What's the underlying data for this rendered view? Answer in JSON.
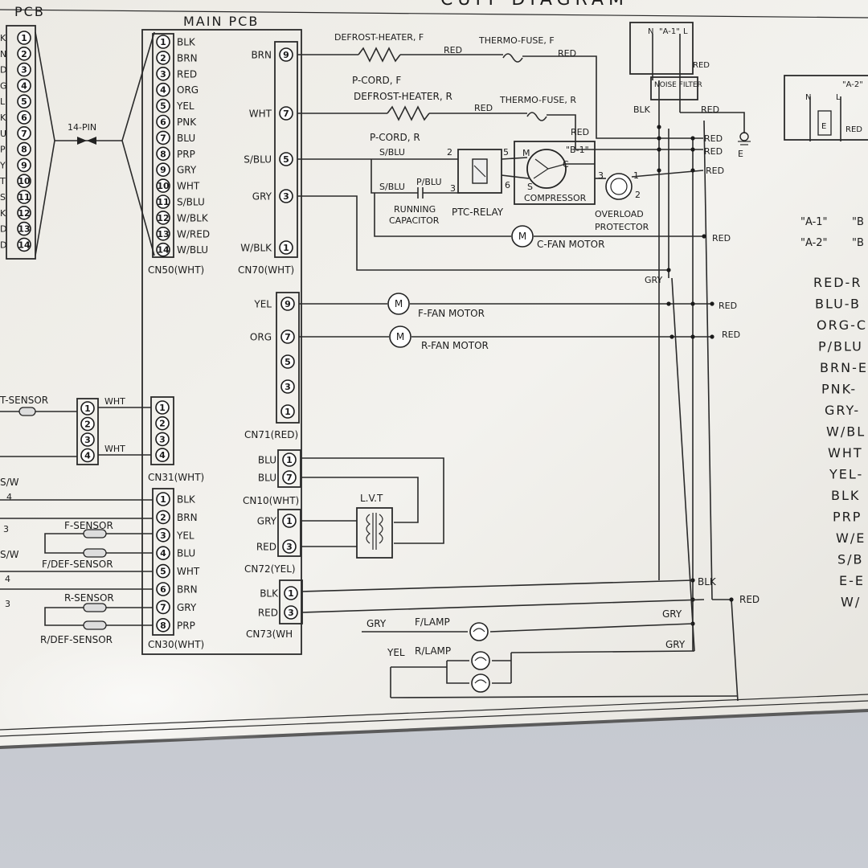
{
  "title_fragment": "CUIT DIAGRAM",
  "left_pcb_label": "PCB",
  "left_pins": [
    "1",
    "2",
    "3",
    "4",
    "5",
    "6",
    "7",
    "8",
    "9",
    "10",
    "11",
    "12",
    "13",
    "14"
  ],
  "left_edge_letters": [
    "K",
    "N",
    "D",
    "G",
    "L",
    "K",
    "U",
    "P",
    "Y",
    "T",
    "S",
    "K",
    "D",
    "D"
  ],
  "plug_label": "14-PIN",
  "main_pcb_label": "MAIN PCB",
  "cn50": {
    "name": "CN50(WHT)",
    "pins": [
      "1",
      "2",
      "3",
      "4",
      "5",
      "6",
      "7",
      "8",
      "9",
      "10",
      "11",
      "12",
      "13",
      "14"
    ],
    "colors": [
      "BLK",
      "BRN",
      "RED",
      "ORG",
      "YEL",
      "PNK",
      "BLU",
      "PRP",
      "GRY",
      "WHT",
      "S/BLU",
      "W/BLK",
      "W/RED",
      "W/BLU"
    ]
  },
  "cn70": {
    "name": "CN70(WHT)",
    "wires": [
      {
        "color": "BRN",
        "pin": "9"
      },
      {
        "color": "WHT",
        "pin": "7"
      },
      {
        "color": "S/BLU",
        "pin": "5"
      },
      {
        "color": "GRY",
        "pin": "3"
      },
      {
        "color": "W/BLK",
        "pin": "1"
      }
    ]
  },
  "cn71": {
    "name": "CN71(RED)",
    "wires": [
      {
        "color": "YEL",
        "pin": "9"
      },
      {
        "color": "ORG",
        "pin": "7"
      },
      {
        "color": "",
        "pin": "5"
      },
      {
        "color": "",
        "pin": "3"
      },
      {
        "color": "",
        "pin": "1"
      }
    ]
  },
  "cn10": {
    "name": "CN10(WHT)",
    "wires": [
      {
        "color": "BLU",
        "pin": "1"
      },
      {
        "color": "BLU",
        "pin": "7"
      }
    ]
  },
  "cn72": {
    "name": "CN72(YEL)",
    "wires": [
      {
        "color": "GRY",
        "pin": "1"
      },
      {
        "color": "RED",
        "pin": "3"
      }
    ]
  },
  "cn73": {
    "name": "CN73(WH",
    "wires": [
      {
        "color": "BLK",
        "pin": "1"
      },
      {
        "color": "RED",
        "pin": "3"
      }
    ]
  },
  "cn31": {
    "name": "CN31(WHT)",
    "pins": [
      "1",
      "2",
      "3",
      "4"
    ]
  },
  "cn30": {
    "name": "CN30(WHT)",
    "pins": [
      "1",
      "2",
      "3",
      "4",
      "5",
      "6",
      "7",
      "8"
    ],
    "colors": [
      "BLK",
      "BRN",
      "YEL",
      "BLU",
      "WHT",
      "BRN",
      "GRY",
      "PRP"
    ]
  },
  "t_sensor": {
    "label": "T-SENSOR",
    "pins": [
      "1",
      "2",
      "3",
      "4"
    ],
    "wire_top": "WHT",
    "wire_bottom": "WHT"
  },
  "left_sensors": {
    "sw_top": "S/W",
    "sw_bottom": "S/W",
    "nums": [
      "4",
      "3",
      "4",
      "3"
    ],
    "f_sensor": "F-SENSOR",
    "f_def_sensor": "F/DEF-SENSOR",
    "r_sensor": "R-SENSOR",
    "r_def_sensor": "R/DEF-SENSOR"
  },
  "loads": {
    "defrost_heater_f": "DEFROST-HEATER, F",
    "thermo_fuse_f": "THERMO-FUSE, F",
    "p_cord_f": "P-CORD, F",
    "defrost_heater_r": "DEFROST-HEATER, R",
    "thermo_fuse_r": "THERMO-FUSE, R",
    "p_cord_r": "P-CORD, R",
    "running_capacitor": "RUNNING CAPACITOR",
    "ptc_relay": "PTC-RELAY",
    "compressor": "COMPRESSOR",
    "compressor_tag": "\"B-1\"",
    "overload_protector": "OVERLOAD PROTECTOR",
    "c_fan_motor": "C-FAN MOTOR",
    "f_fan_motor": "F-FAN MOTOR",
    "r_fan_motor": "R-FAN MOTOR",
    "lvt": "L.V.T",
    "f_lamp": "F/LAMP",
    "r_lamp": "R/LAMP",
    "motor_glyph": "M",
    "ptc_pins": {
      "p2": "2",
      "p3": "3",
      "p5": "5",
      "p6": "6"
    },
    "comp_pins": {
      "m": "M",
      "c": "C",
      "s": "S"
    },
    "olp_pins": {
      "p1": "1",
      "p2": "2",
      "p3": "3"
    }
  },
  "wire_labels": {
    "red": "RED",
    "blk": "BLK",
    "gry": "GRY",
    "yel": "YEL",
    "s_blu": "S/BLU",
    "p_blu": "P/BLU"
  },
  "power": {
    "a1_terminals": [
      "N",
      "\"A-1\"",
      "L"
    ],
    "a1_red": "RED",
    "noise_filter": "NOISE FILTER",
    "e": "E",
    "a2_terminals": [
      "N",
      "L",
      "\"A-2\""
    ],
    "a2_e": "E",
    "a2_red": "RED"
  },
  "right_refs": [
    "\"A-1\"",
    "\"B",
    "\"A-2\"",
    "\"B"
  ],
  "legend": [
    "RED-R",
    "BLU-B",
    "ORG-C",
    "P/BLU",
    "BRN-E",
    "PNK-",
    "GRY-",
    "W/BL",
    "WHT",
    "YEL-",
    "BLK",
    "PRP",
    "W/E",
    "S/B",
    "E-E",
    "W/"
  ]
}
